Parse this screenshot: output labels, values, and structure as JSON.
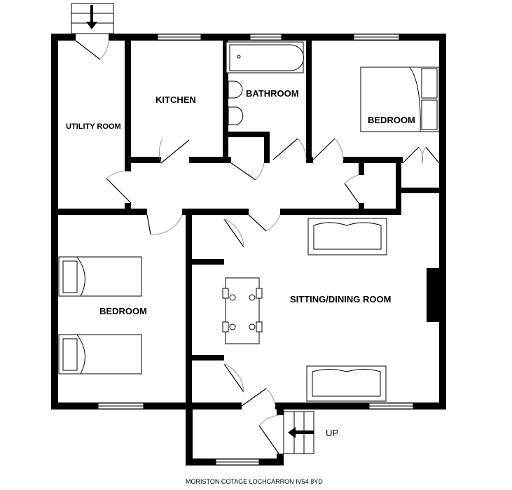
{
  "rooms": {
    "utility": "UTILITY ROOM",
    "kitchen": "KITCHEN",
    "bathroom": "BATHROOM",
    "bedroom1": "BEDROOM",
    "bedroom2": "BEDROOM",
    "sitting": "SITTING/DINING ROOM"
  },
  "stairs_label": "UP",
  "caption": "MORISTON COTAGE LOCHCARRON IV54 8YD"
}
